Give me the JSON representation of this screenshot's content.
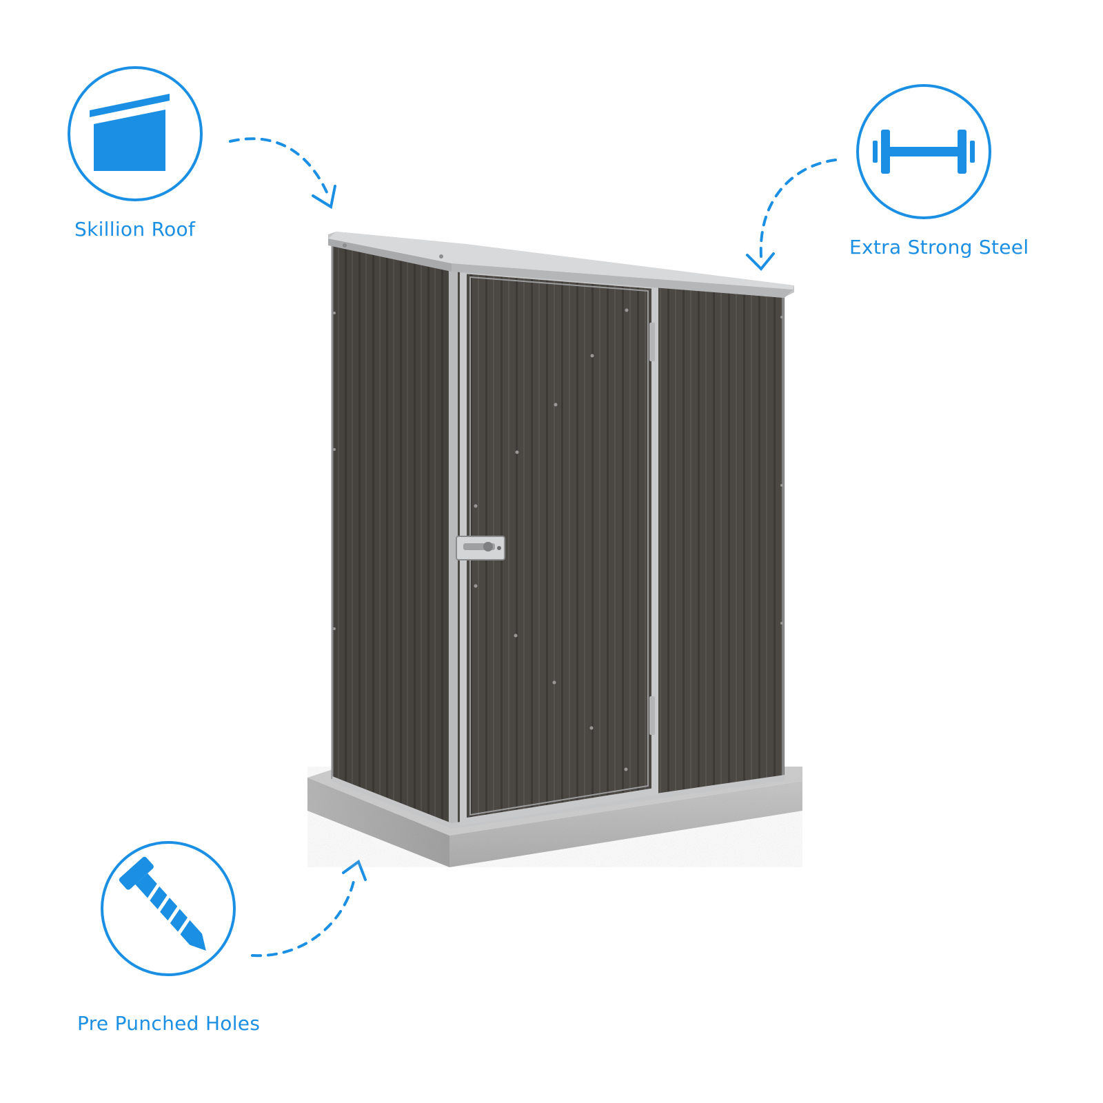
{
  "features": {
    "roof": {
      "label": "Skillion Roof",
      "icon": "skillion-roof-icon"
    },
    "steel": {
      "label": "Extra Strong Steel",
      "icon": "dumbbell-icon"
    },
    "holes": {
      "label": "Pre Punched Holes",
      "icon": "screw-icon"
    }
  },
  "product": {
    "name": "garden-shed",
    "door_type": "single hinged door"
  },
  "colors": {
    "accent": "#1a8fe3",
    "shed_body": "#4a4642",
    "trim": "#c8c9cb",
    "concrete": "#bdbdbd"
  }
}
